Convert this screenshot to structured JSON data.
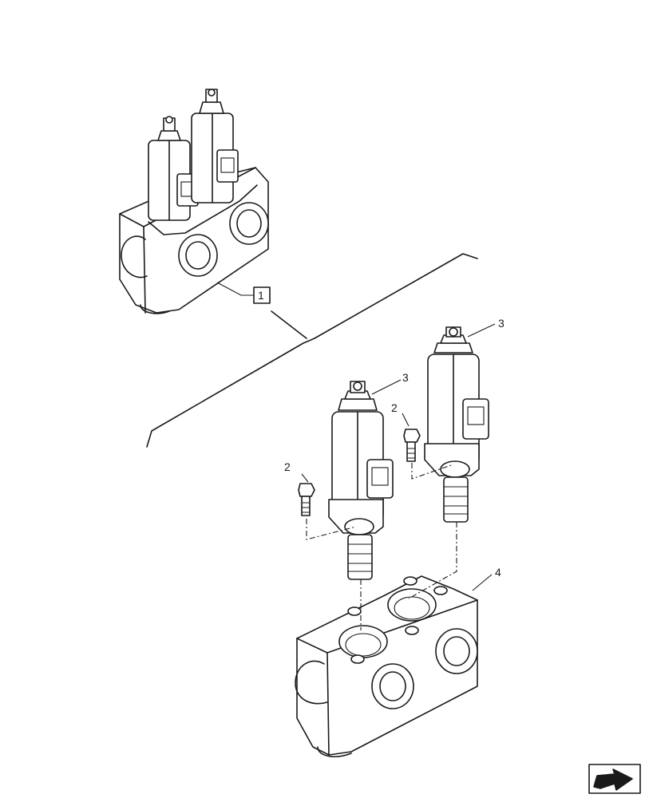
{
  "callouts": {
    "assembly": "1",
    "bolt_left": "2",
    "bolt_right": "2",
    "solenoid_left": "3",
    "solenoid_right": "3",
    "valve_body": "4"
  },
  "icons": {
    "nav_arrow": "next-page-arrow-icon"
  }
}
